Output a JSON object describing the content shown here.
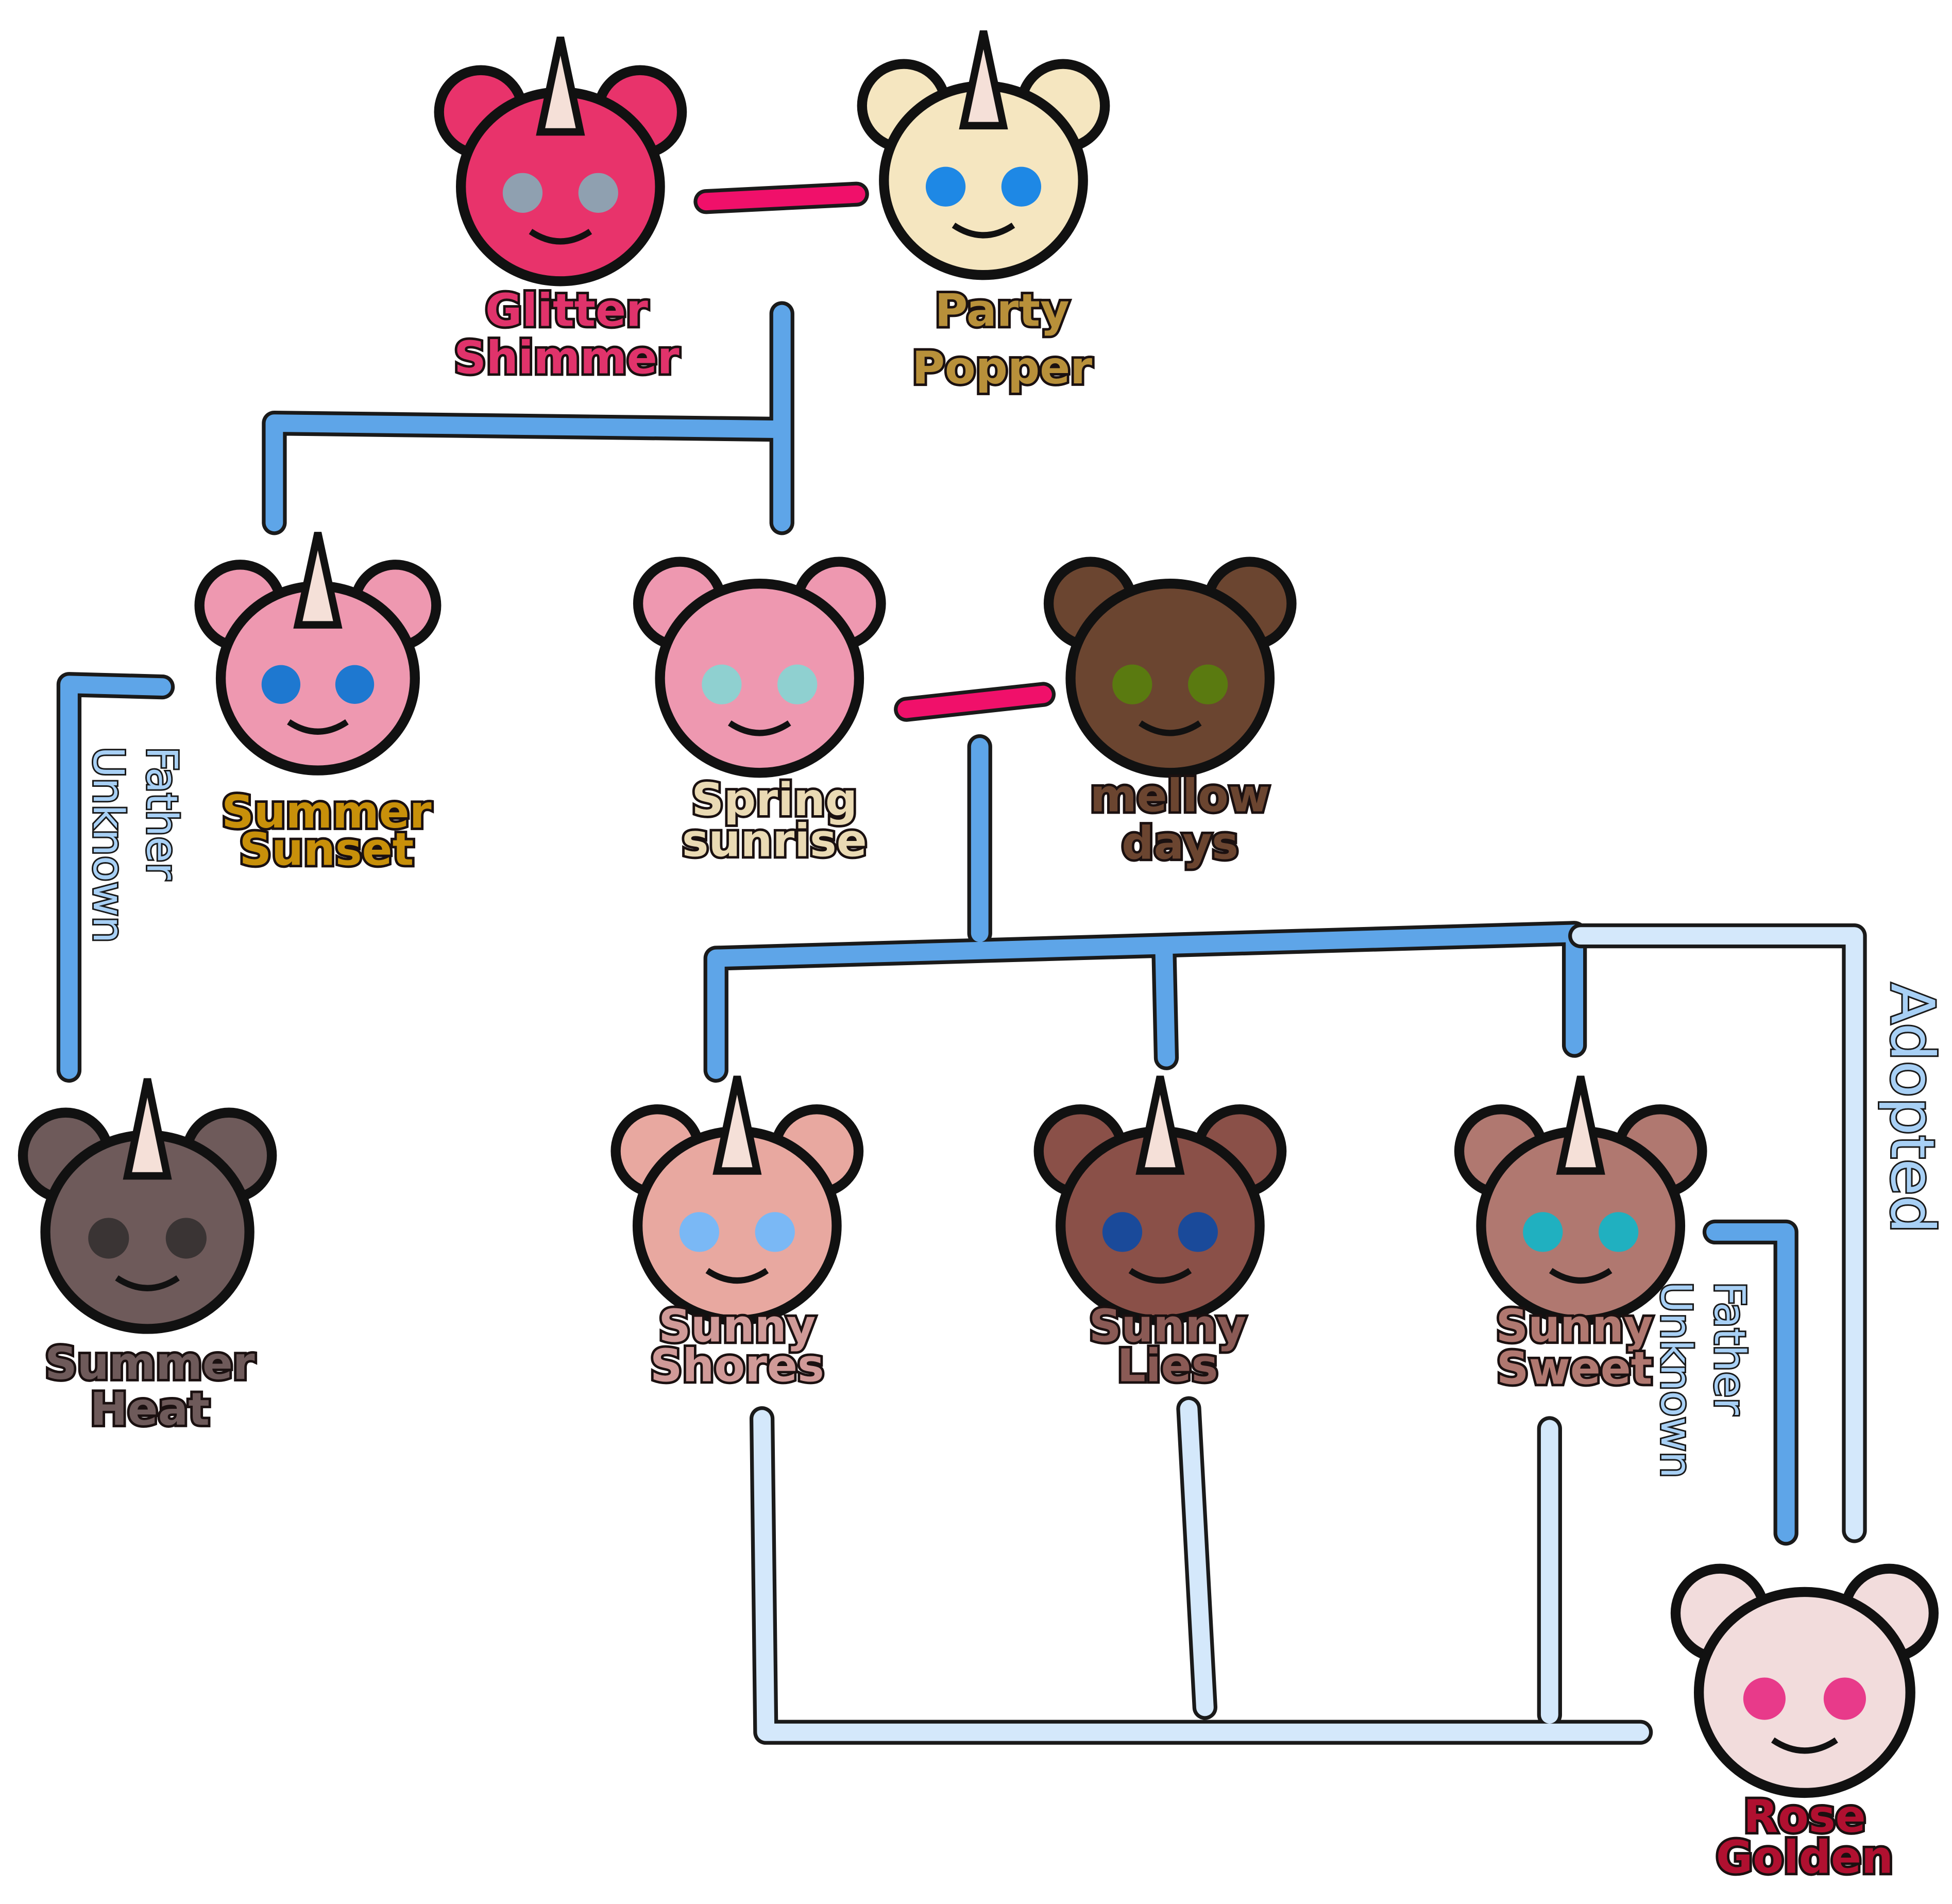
{
  "title": "Family tree",
  "members": {
    "glitter_shimmer": {
      "line1": "Glitter",
      "line2": "Shimmer",
      "color": "#e8336b",
      "name_color": "#e0336b"
    },
    "party_popper": {
      "line1": "Party",
      "line2": "Popper",
      "color": "#f5e6c0",
      "name_color": "#b8903a"
    },
    "summer_sunset": {
      "line1": "Summer",
      "line2": "Sunset",
      "color": "#ee98b0",
      "name_color": "#c8900a"
    },
    "spring_sunrise": {
      "line1": "Spring",
      "line2": "sunrise",
      "color": "#ee98b0",
      "name_color": "#eadab4"
    },
    "mellow_days": {
      "line1": "mellow",
      "line2": "days",
      "color": "#6b4530",
      "name_color": "#6b4530"
    },
    "summer_heat": {
      "line1": "Summer",
      "line2": "Heat",
      "color": "#6e5a5a",
      "name_color": "#6e5a5a"
    },
    "sunny_shores": {
      "line1": "Sunny",
      "line2": "Shores",
      "color": "#e8a8a0",
      "name_color": "#d09a98"
    },
    "sunny_lies": {
      "line1": "Sunny",
      "line2": "Lies",
      "color": "#8a5048",
      "name_color": "#8a5a55"
    },
    "sunny_sweet": {
      "line1": "Sunny",
      "line2": "Sweet",
      "color": "#b07870",
      "name_color": "#b07870"
    },
    "rose_golden": {
      "line1": "Rose",
      "line2": "Golden",
      "color": "#f2dcdc",
      "name_color": "#b01030"
    }
  },
  "annotations": {
    "unknown_father_1": {
      "word1": "Unknown",
      "word2": "Father"
    },
    "unknown_father_2": {
      "word1": "Unknown",
      "word2": "Father"
    },
    "adopted": "Adopted"
  },
  "colors": {
    "parent_link": "#5ea5e8",
    "adopted_link": "#d4e8fb",
    "partner_link": "#f0106a"
  }
}
